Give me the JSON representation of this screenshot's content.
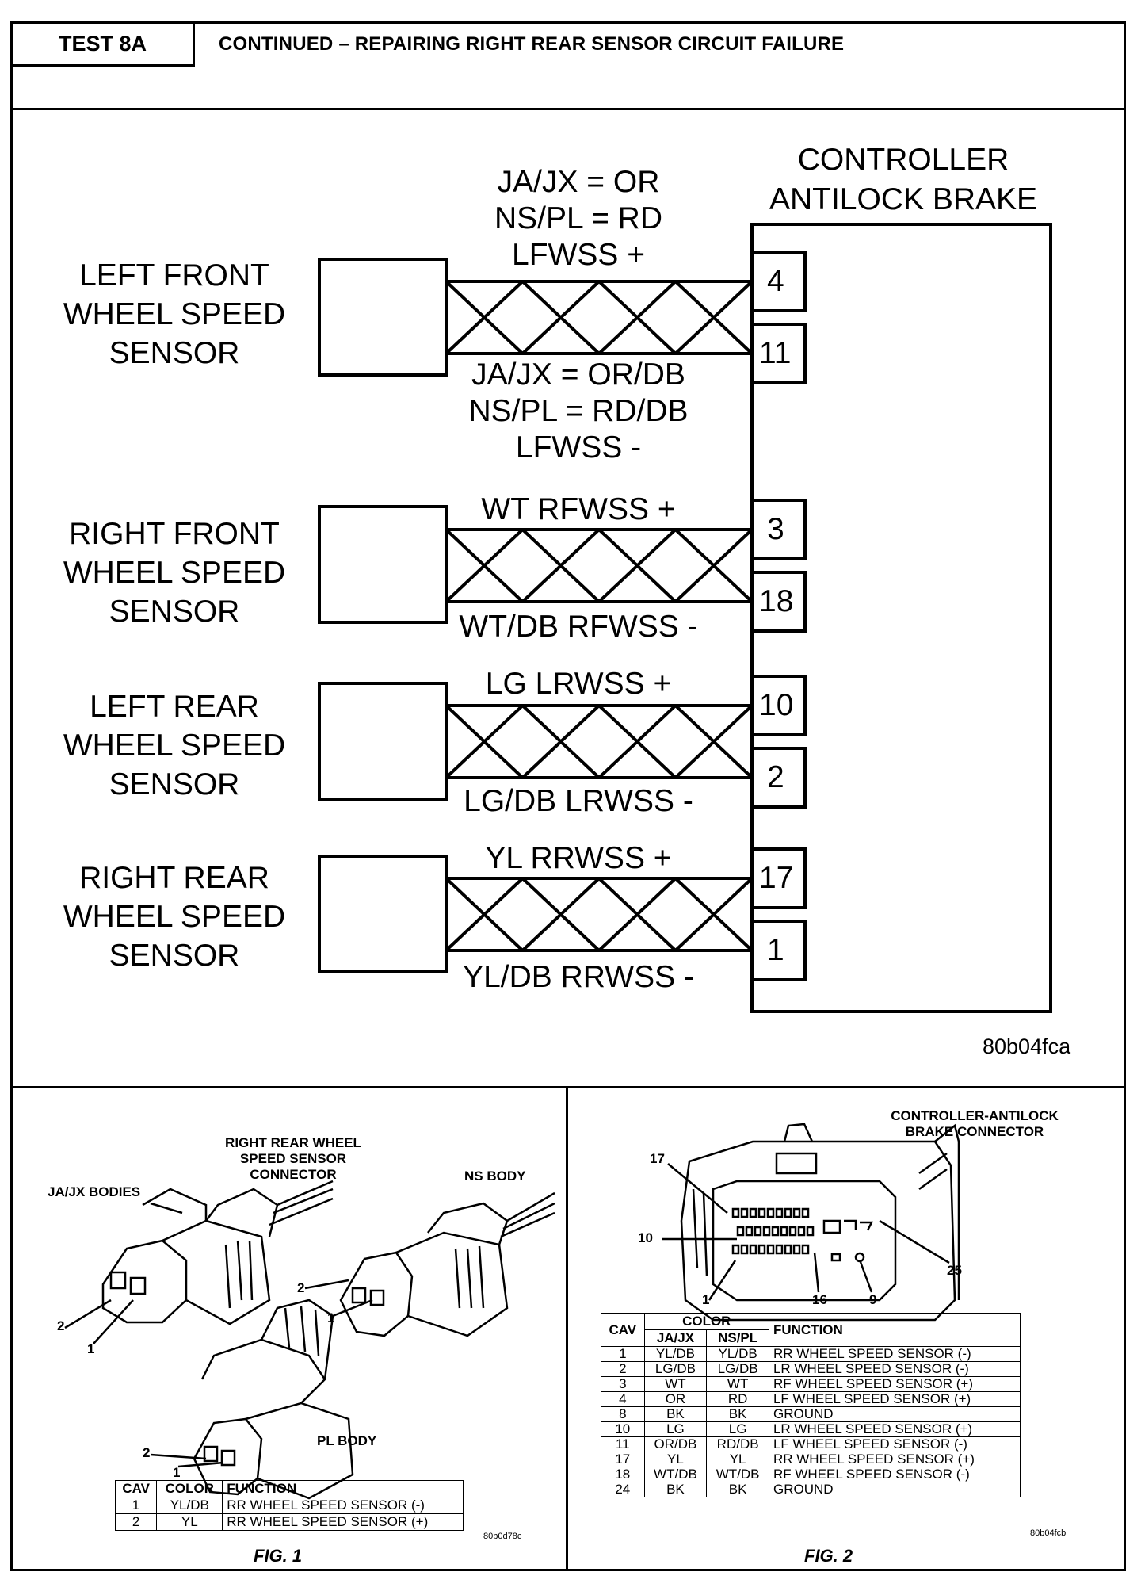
{
  "header": {
    "test": "TEST 8A",
    "title": "CONTINUED – REPAIRING RIGHT REAR SENSOR CIRCUIT FAILURE"
  },
  "diagram": {
    "controller": {
      "line1": "CONTROLLER",
      "line2": "ANTILOCK BRAKE"
    },
    "sensors": [
      {
        "lines": [
          "LEFT FRONT",
          "WHEEL SPEED",
          "SENSOR"
        ]
      },
      {
        "lines": [
          "RIGHT FRONT",
          "WHEEL SPEED",
          "SENSOR"
        ]
      },
      {
        "lines": [
          "LEFT REAR",
          "WHEEL SPEED",
          "SENSOR"
        ]
      },
      {
        "lines": [
          "RIGHT REAR",
          "WHEEL SPEED",
          "SENSOR"
        ]
      }
    ],
    "wires": [
      {
        "top": [
          "JA/JX = OR",
          "NS/PL = RD",
          "LFWSS +"
        ],
        "bottom": [
          "JA/JX = OR/DB",
          "NS/PL = RD/DB",
          "LFWSS -"
        ]
      },
      {
        "top": [
          "WT RFWSS +"
        ],
        "bottom": [
          "WT/DB RFWSS -"
        ]
      },
      {
        "top": [
          "LG LRWSS +"
        ],
        "bottom": [
          "LG/DB LRWSS -"
        ]
      },
      {
        "top": [
          "YL RRWSS +"
        ],
        "bottom": [
          "YL/DB RRWSS -"
        ]
      }
    ],
    "pins": [
      "4",
      "11",
      "3",
      "18",
      "10",
      "2",
      "17",
      "1"
    ],
    "ref": "80b04fca"
  },
  "fig1": {
    "title": [
      "RIGHT REAR WHEEL",
      "SPEED SENSOR",
      "CONNECTOR"
    ],
    "ja_label": "JA/JX BODIES",
    "ns_label": "NS BODY",
    "pl_label": "PL BODY",
    "pin1": "1",
    "pin2": "2",
    "headers": [
      "CAV",
      "COLOR",
      "FUNCTION"
    ],
    "rows": [
      [
        "1",
        "YL/DB",
        "RR WHEEL SPEED SENSOR (-)"
      ],
      [
        "2",
        "YL",
        "RR WHEEL SPEED SENSOR (+)"
      ]
    ],
    "ref": "80b0d78c",
    "caption": "FIG. 1"
  },
  "fig2": {
    "title": [
      "CONTROLLER-ANTILOCK",
      "BRAKE CONNECTOR"
    ],
    "callouts": [
      "17",
      "10",
      "1",
      "16",
      "9",
      "25"
    ],
    "headers": {
      "cav": "CAV",
      "color": "COLOR",
      "ja": "JA/JX",
      "ns": "NS/PL",
      "function": "FUNCTION"
    },
    "rows": [
      [
        "1",
        "YL/DB",
        "YL/DB",
        "RR WHEEL SPEED SENSOR (-)"
      ],
      [
        "2",
        "LG/DB",
        "LG/DB",
        "LR WHEEL SPEED SENSOR (-)"
      ],
      [
        "3",
        "WT",
        "WT",
        "RF WHEEL SPEED SENSOR (+)"
      ],
      [
        "4",
        "OR",
        "RD",
        "LF WHEEL SPEED SENSOR (+)"
      ],
      [
        "8",
        "BK",
        "BK",
        "GROUND"
      ],
      [
        "10",
        "LG",
        "LG",
        "LR WHEEL SPEED SENSOR (+)"
      ],
      [
        "11",
        "OR/DB",
        "RD/DB",
        "LF WHEEL SPEED SENSOR (-)"
      ],
      [
        "17",
        "YL",
        "YL",
        "RR WHEEL SPEED SENSOR (+)"
      ],
      [
        "18",
        "WT/DB",
        "WT/DB",
        "RF WHEEL SPEED SENSOR (-)"
      ],
      [
        "24",
        "BK",
        "BK",
        "GROUND"
      ]
    ],
    "ref": "80b04fcb",
    "caption": "FIG. 2"
  }
}
